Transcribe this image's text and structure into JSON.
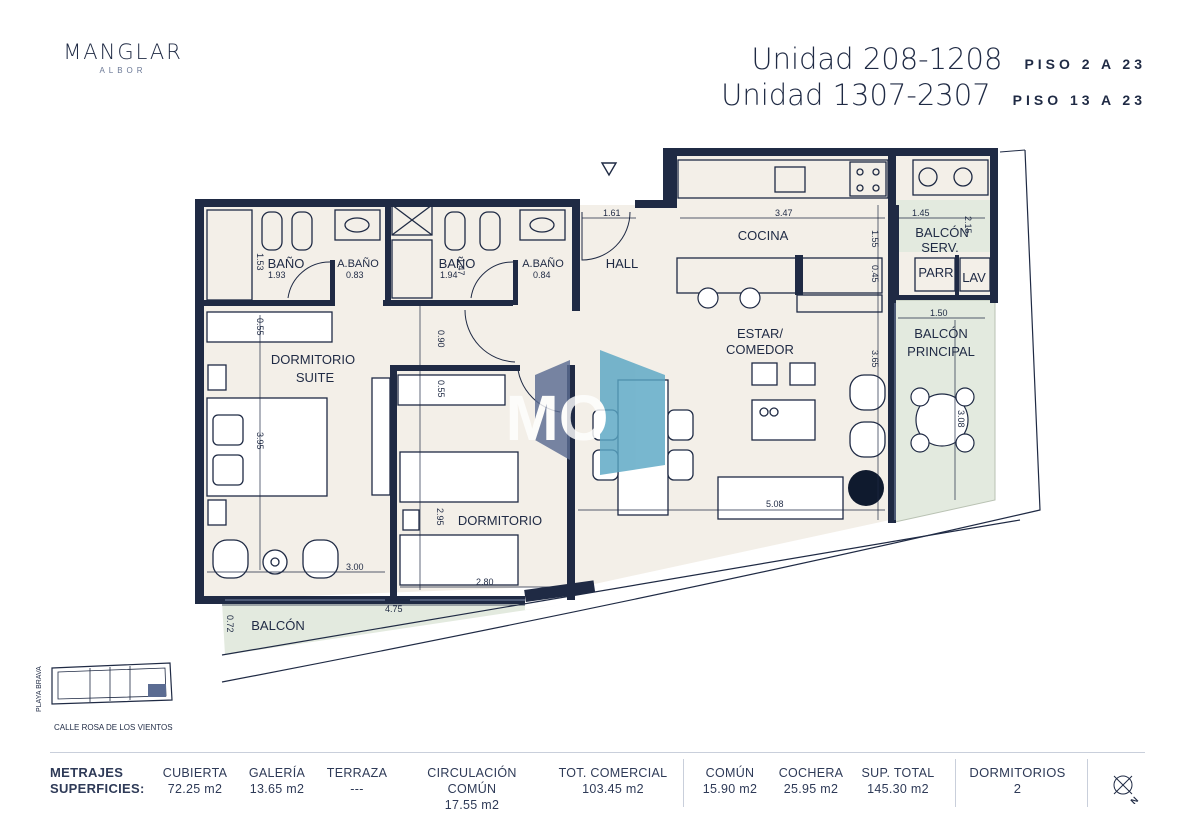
{
  "brand": {
    "name": "MANGLAR",
    "sub": "ALBOR"
  },
  "header": {
    "line1": {
      "unit": "Unidad 208-1208",
      "piso": "PISO 2 A 23"
    },
    "line2": {
      "unit": "Unidad 1307-2307",
      "piso": "PISO 13 A 23"
    }
  },
  "plan": {
    "rooms": {
      "bano1": "BAÑO",
      "abano1": "A.BAÑO",
      "bano2": "BAÑO",
      "abano2": "A.BAÑO",
      "hall": "HALL",
      "cocina": "COCINA",
      "balcon_serv_1": "BALCÓN",
      "balcon_serv_2": "SERV.",
      "parr": "PARR",
      "lav": "LAV",
      "estar_1": "ESTAR/",
      "estar_2": "COMEDOR",
      "balcon_principal_1": "BALCÓN",
      "balcon_principal_2": "PRINCIPAL",
      "dormitorio_suite_1": "DORMITORIO",
      "dormitorio_suite_2": "SUITE",
      "dormitorio": "DORMITORIO",
      "balcon": "BALCÓN"
    },
    "dimensions": {
      "d_161": "1.61",
      "d_347": "3.47",
      "d_145": "1.45",
      "d_215": "2.15",
      "d_155": "1.55",
      "d_045": "0.45",
      "d_150": "1.50",
      "d_365": "3.65",
      "d_308": "3.08",
      "d_508": "5.08",
      "d_153": "1.53",
      "d_193": "1.93",
      "d_083": "0.83",
      "d_194": "1.94",
      "d_147": "1.47",
      "d_084": "0.84",
      "d_055a": "0.55",
      "d_090": "0.90",
      "d_055b": "0.55",
      "d_395": "3.95",
      "d_295": "2.95",
      "d_300": "3.00",
      "d_280": "2.80",
      "d_475": "4.75",
      "d_072": "0.72"
    },
    "watermark": "MO"
  },
  "location": {
    "street_side": "PLAYA BRAVA",
    "street_bottom": "CALLE ROSA DE LOS VIENTOS"
  },
  "footer": {
    "heading_1": "METRAJES",
    "heading_2": "SUPERFICIES:",
    "columns": [
      {
        "label": "CUBIERTA",
        "value": "72.25 m2"
      },
      {
        "label": "GALERÍA",
        "value": "13.65 m2"
      },
      {
        "label": "TERRAZA",
        "value": "---"
      },
      {
        "label": "CIRCULACIÓN COMÚN",
        "value": "17.55 m2"
      },
      {
        "label": "TOT. COMERCIAL",
        "value": "103.45 m2"
      },
      {
        "label": "COMÚN",
        "value": "15.90 m2"
      },
      {
        "label": "COCHERA",
        "value": "25.95 m2"
      },
      {
        "label": "SUP. TOTAL",
        "value": "145.30 m2"
      },
      {
        "label": "DORMITORIOS",
        "value": "2"
      }
    ]
  },
  "colors": {
    "wall": "#1f2a44",
    "balcony": "#e3eadf",
    "floor": "#f3efe8",
    "accent": "#5aa7c4"
  }
}
